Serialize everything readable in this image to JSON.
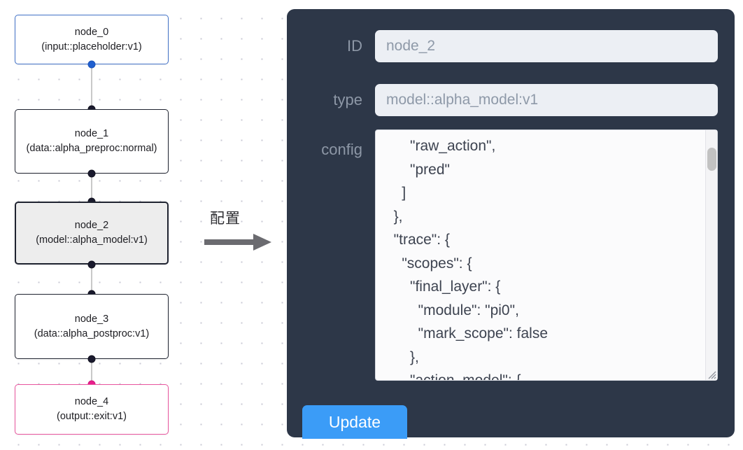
{
  "graph": {
    "background": "#ffffff",
    "dot_color": "#c9c9d4",
    "nodes": [
      {
        "id": "node_0",
        "title": "node_0",
        "subtitle": "(input::placeholder:v1)",
        "kind": "input",
        "border_color": "#4171c7",
        "selected": false
      },
      {
        "id": "node_1",
        "title": "node_1",
        "subtitle": "(data::alpha_preproc:normal)",
        "kind": "data",
        "border_color": "#1f2330",
        "selected": false
      },
      {
        "id": "node_2",
        "title": "node_2",
        "subtitle": "(model::alpha_model:v1)",
        "kind": "model",
        "border_color": "#1f2330",
        "selected": true
      },
      {
        "id": "node_3",
        "title": "node_3",
        "subtitle": "(data::alpha_postproc:v1)",
        "kind": "data",
        "border_color": "#1f2330",
        "selected": false
      },
      {
        "id": "node_4",
        "title": "node_4",
        "subtitle": "(output::exit:v1)",
        "kind": "output",
        "border_color": "#e8559e",
        "selected": false
      }
    ]
  },
  "arrow": {
    "label": "配置",
    "icon": "right-arrow-icon",
    "color": "#6b6b70"
  },
  "panel": {
    "background": "#2d3748",
    "accent": "#3b9cf7",
    "fields": {
      "id": {
        "label": "ID",
        "value": "node_2"
      },
      "type": {
        "label": "type",
        "value": "model::alpha_model:v1"
      },
      "config": {
        "label": "config",
        "value": "      \"raw_action\",\n      \"pred\"\n    ]\n  },\n  \"trace\": {\n    \"scopes\": {\n      \"final_layer\": {\n        \"module\": \"pi0\",\n        \"mark_scope\": false\n      },\n      \"action_model\": {"
      }
    },
    "update_button": {
      "label": "Update"
    },
    "scrollbar": {
      "thumb_color": "#c2c2c2",
      "track_color": "#f4f4f6"
    }
  }
}
